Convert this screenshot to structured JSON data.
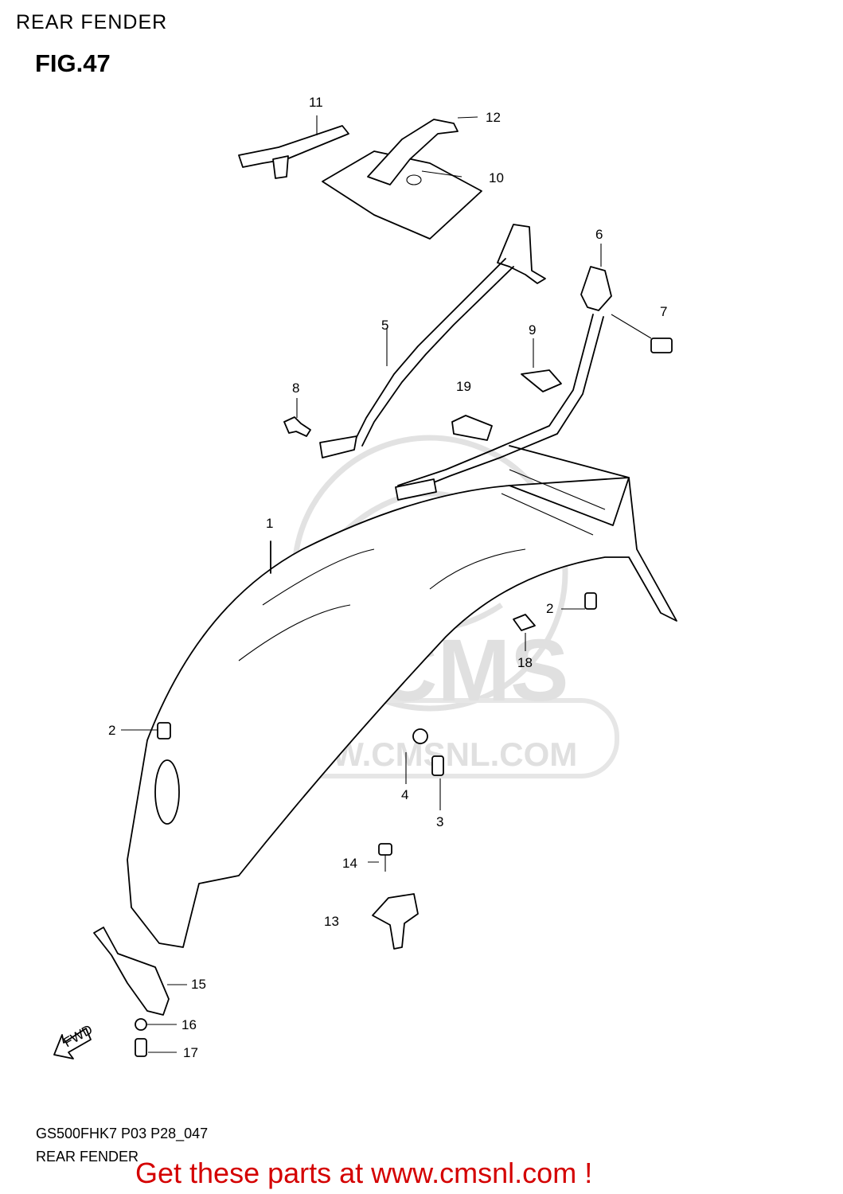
{
  "header": {
    "title": "REAR FENDER",
    "figure": "FIG.47"
  },
  "watermark": {
    "brand": "CMS",
    "url": "WWW.CMSNL.COM"
  },
  "arrow": {
    "label": "FWD"
  },
  "footer": {
    "code": "GS500FHK7 P03 P28_047",
    "caption": "REAR FENDER"
  },
  "promo": {
    "text": "Get these parts at www.cmsnl.com !",
    "color": "#d40000"
  },
  "callouts": {
    "c1": "1",
    "c2a": "2",
    "c2b": "2",
    "c3": "3",
    "c4": "4",
    "c5": "5",
    "c6": "6",
    "c7": "7",
    "c8": "8",
    "c9": "9",
    "c10": "10",
    "c11": "11",
    "c12": "12",
    "c13": "13",
    "c14": "14",
    "c15": "15",
    "c16": "16",
    "c17": "17",
    "c18": "18",
    "c19": "19"
  }
}
